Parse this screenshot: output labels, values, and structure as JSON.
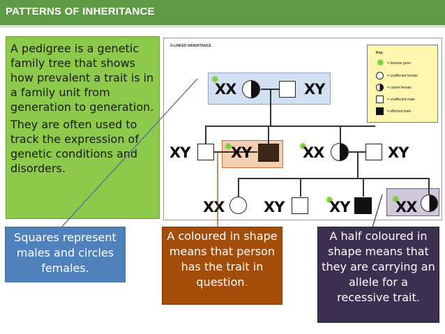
{
  "header": {
    "title": "PATTERNS OF INHERITANCE"
  },
  "intro": {
    "paragraph1": "A pedigree is a genetic family tree that shows how prevalent a trait is in a family unit from generation to generation.",
    "paragraph2": "They are often used to track the expression of genetic conditions and disorders."
  },
  "diagram": {
    "label": "X-LINKED INHERITANCE",
    "key": {
      "title": "Key:",
      "items": [
        {
          "icon": "disease-gene-icon",
          "text": "= disease gene"
        },
        {
          "icon": "unaffected-female-icon",
          "text": "= unaffected female"
        },
        {
          "icon": "carrier-female-icon",
          "text": "= carrier female"
        },
        {
          "icon": "unaffected-male-icon",
          "text": "= unaffected male"
        },
        {
          "icon": "affected-male-icon",
          "text": "= affected male"
        }
      ]
    },
    "genotypes": {
      "gen1_mother": "XX",
      "gen1_father": "XY",
      "gen2_male_left": "XY",
      "gen2_affected_son": "XY",
      "gen2_carrier_daughter": "XX",
      "gen2_male_right": "XY",
      "gen3_female": "XX",
      "gen3_male": "XY",
      "gen3_affected_male": "XY",
      "gen3_carrier_female": "XX"
    }
  },
  "captions": {
    "squares_circles": "Squares represent males and circles females.",
    "coloured": "A coloured in shape means that person has the trait in question",
    "coloured_end": ".",
    "half_coloured": "A half coloured in shape means that they are carrying an allele for a recessive trait."
  },
  "colors": {
    "header": "#5f9a47",
    "intro_box": "#8dc94a",
    "caption_blue": "#4f82bd",
    "caption_orange": "#a24d09",
    "caption_purple": "#3c3050",
    "disease_gene": "#7ad13d"
  }
}
